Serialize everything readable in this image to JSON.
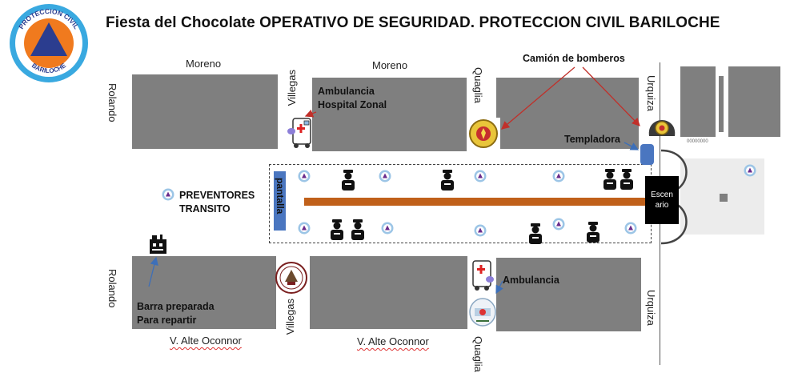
{
  "title": "Fiesta del Chocolate OPERATIVO DE SEGURIDAD. PROTECCION CIVIL BARILOCHE",
  "logo": {
    "top_text": "PROTECCION CIVIL",
    "bottom_text": "BARILOCHE",
    "colors": {
      "ring": "#39a9e0",
      "disc": "#f07a1e",
      "triangle": "#2b3d8f"
    }
  },
  "streets": {
    "moreno_left": "Moreno",
    "moreno_right": "Moreno",
    "rolando_top": "Rolando",
    "rolando_bottom": "Rolando",
    "villegas_top": "Villegas",
    "villegas_bottom": "Villegas",
    "quaglia_top": "Quaglia",
    "quaglia_bottom": "Quaglia",
    "urquiza_top": "Urquiza",
    "urquiza_bottom": "Urquiza",
    "alte_left": "V. Alte Oconnor",
    "alte_right": "V. Alte Oconnor"
  },
  "labels": {
    "ambulancia_hospital_line1": "Ambulancia",
    "ambulancia_hospital_line2": "Hospital Zonal",
    "camion_bomberos": "Camión de bomberos",
    "templadora": "Templadora",
    "preventores_line1": "PREVENTORES",
    "preventores_line2": "TRANSITO",
    "pantalla": "pantalla",
    "escenario": "Escen ario",
    "ambulancia": "Ambulancia",
    "barra_line1": "Barra preparada",
    "barra_line2": "Para repartir"
  },
  "colors": {
    "block": "#7f7f7f",
    "pantalla": "#4a76c0",
    "stage_bar": "#c0601a",
    "escenario": "#000000",
    "arrow_red": "#c0302a",
    "arrow_blue": "#3d6fb8",
    "preventor_outer": "#9cc5e6",
    "preventor_triangle": "#6a2c8c"
  },
  "icons": [
    "ambulance-icon",
    "firefighter-badge-icon",
    "police-guard-icon",
    "transit-preventor-icon",
    "stage-icon",
    "bar-icon",
    "police-badge-icon",
    "civil-protection-badge-icon",
    "templadora-tank-icon"
  ]
}
